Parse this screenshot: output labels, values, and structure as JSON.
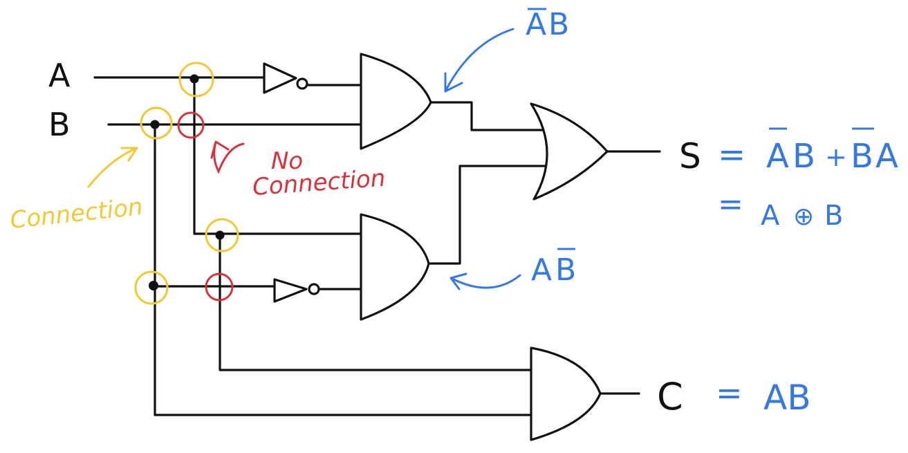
{
  "inputs": {
    "a": "A",
    "b": "B"
  },
  "outputs": {
    "sum": "S",
    "carry": "C"
  },
  "equations": {
    "sum_eq_sign": "=",
    "sum_term1_bar": "A",
    "sum_term1_rest": "B",
    "sum_plus": "+",
    "sum_term2_bar": "B",
    "sum_term2_rest": "A",
    "sum_eq2_sign": "=",
    "sum_xor_a": "A",
    "sum_xor_op": "⊕",
    "sum_xor_b": "B",
    "carry_eq_sign": "=",
    "carry_expr": "AB"
  },
  "annotations": {
    "top_and_bar": "A",
    "top_and_rest": "B",
    "bottom_and_first": "A",
    "bottom_and_bar": "B",
    "no_connection_line1": "No",
    "no_connection_line2": "Connection",
    "connection": "Connection"
  },
  "colors": {
    "wire": "#111111",
    "blue": "#3478e4",
    "red": "#d9323a",
    "yellow": "#f2c835"
  }
}
